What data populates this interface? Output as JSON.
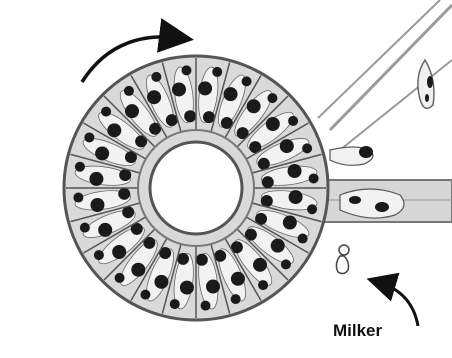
{
  "labels": {
    "milker": "Milker"
  },
  "diagram": {
    "kind": "rotary-milking-parlour",
    "stall_count": 24,
    "rotation_direction": "clockwise",
    "colors": {
      "ring_fill": "#d9d9d9",
      "ring_stroke": "#555555",
      "cow_spot": "#1a1a1a",
      "cow_body": "#f2f2f2",
      "arrow": "#111111",
      "lane": "#bfbfbf"
    }
  }
}
